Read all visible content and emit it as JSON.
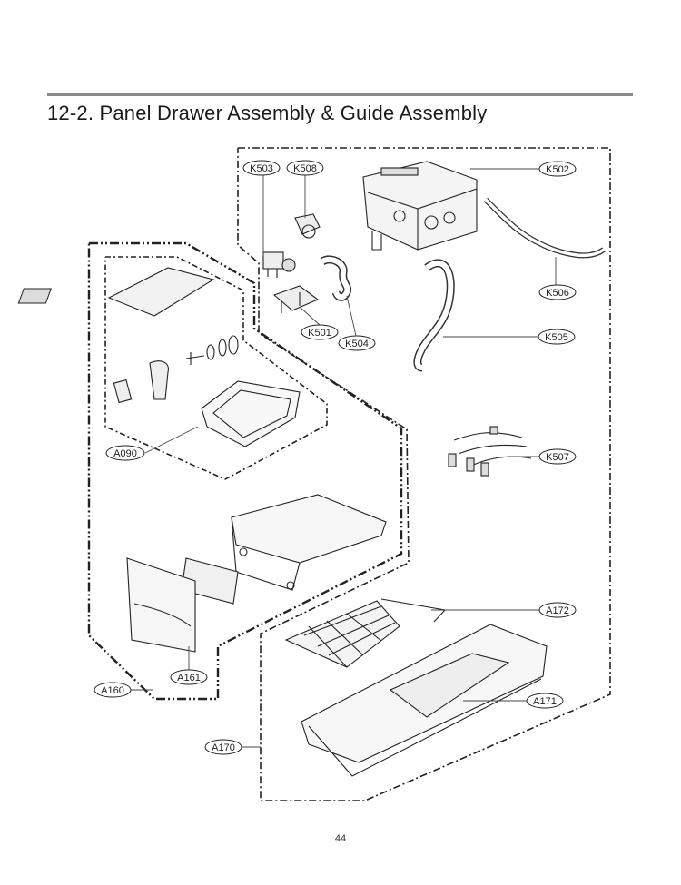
{
  "title": "12-2. Panel Drawer Assembly & Guide Assembly",
  "page_number": "44",
  "callouts": {
    "k503": "K503",
    "k508": "K508",
    "k502": "K502",
    "k506": "K506",
    "k501": "K501",
    "k504": "K504",
    "k505": "K505",
    "a090": "A090",
    "k507": "K507",
    "a172": "A172",
    "a161": "A161",
    "a160": "A160",
    "a171": "A171",
    "a170": "A170"
  }
}
